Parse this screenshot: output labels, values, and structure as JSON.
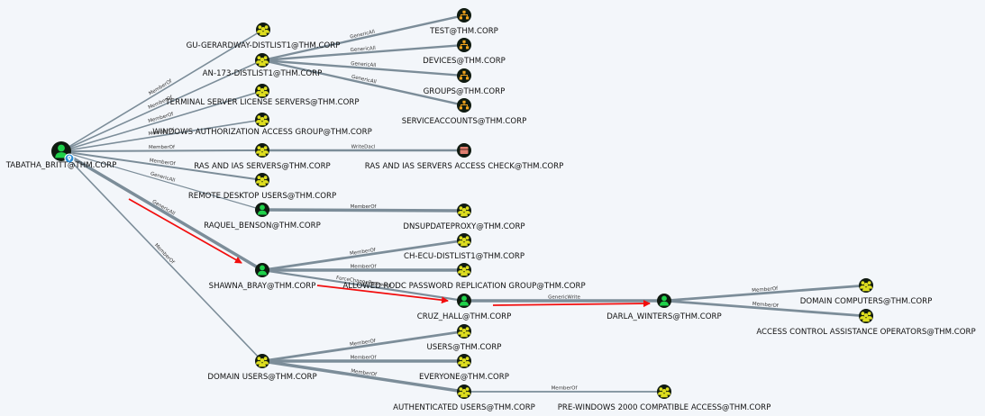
{
  "nodes": [
    {
      "id": "tabatha",
      "label": "TABATHA_BRITT@THM.CORP",
      "kind": "user-owned"
    },
    {
      "id": "gu",
      "label": "GU-GERARDWAY-DISTLIST1@THM.CORP",
      "kind": "group"
    },
    {
      "id": "an173",
      "label": "AN-173-DISTLIST1@THM.CORP",
      "kind": "group"
    },
    {
      "id": "tsls",
      "label": "TERMINAL SERVER LICENSE SERVERS@THM.CORP",
      "kind": "group"
    },
    {
      "id": "waag",
      "label": "WINDOWS AUTHORIZATION ACCESS GROUP@THM.CORP",
      "kind": "group"
    },
    {
      "id": "ras",
      "label": "RAS AND IAS SERVERS@THM.CORP",
      "kind": "group"
    },
    {
      "id": "rdu",
      "label": "REMOTE DESKTOP USERS@THM.CORP",
      "kind": "group"
    },
    {
      "id": "raquel",
      "label": "RAQUEL_BENSON@THM.CORP",
      "kind": "user"
    },
    {
      "id": "shawna",
      "label": "SHAWNA_BRAY@THM.CORP",
      "kind": "user"
    },
    {
      "id": "domusers",
      "label": "DOMAIN USERS@THM.CORP",
      "kind": "group"
    },
    {
      "id": "test",
      "label": "TEST@THM.CORP",
      "kind": "ou"
    },
    {
      "id": "devices",
      "label": "DEVICES@THM.CORP",
      "kind": "ou"
    },
    {
      "id": "groups",
      "label": "GROUPS@THM.CORP",
      "kind": "ou"
    },
    {
      "id": "svcaccts",
      "label": "SERVICEACCOUNTS@THM.CORP",
      "kind": "ou"
    },
    {
      "id": "rasac",
      "label": "RAS AND IAS SERVERS ACCESS CHECK@THM.CORP",
      "kind": "container"
    },
    {
      "id": "dnsup",
      "label": "DNSUPDATEPROXY@THM.CORP",
      "kind": "group"
    },
    {
      "id": "checu",
      "label": "CH-ECU-DISTLIST1@THM.CORP",
      "kind": "group"
    },
    {
      "id": "allowedrodc",
      "label": "ALLOWED RODC PASSWORD REPLICATION GROUP@THM.CORP",
      "kind": "group"
    },
    {
      "id": "cruz",
      "label": "CRUZ_HALL@THM.CORP",
      "kind": "user"
    },
    {
      "id": "darla",
      "label": "DARLA_WINTERS@THM.CORP",
      "kind": "user"
    },
    {
      "id": "domcomp",
      "label": "DOMAIN COMPUTERS@THM.CORP",
      "kind": "group"
    },
    {
      "id": "acao",
      "label": "ACCESS CONTROL ASSISTANCE OPERATORS@THM.CORP",
      "kind": "group"
    },
    {
      "id": "users",
      "label": "USERS@THM.CORP",
      "kind": "group"
    },
    {
      "id": "everyone",
      "label": "EVERYONE@THM.CORP",
      "kind": "group"
    },
    {
      "id": "authusers",
      "label": "AUTHENTICATED USERS@THM.CORP",
      "kind": "group"
    },
    {
      "id": "prew2k",
      "label": "PRE-WINDOWS 2000 COMPATIBLE ACCESS@THM.CORP",
      "kind": "group"
    }
  ],
  "edges": [
    {
      "from": "tabatha",
      "to": "gu",
      "label": "MemberOf"
    },
    {
      "from": "tabatha",
      "to": "an173",
      "label": "MemberOf"
    },
    {
      "from": "tabatha",
      "to": "tsls",
      "label": "MemberOf"
    },
    {
      "from": "tabatha",
      "to": "waag",
      "label": "MemberOf"
    },
    {
      "from": "tabatha",
      "to": "ras",
      "label": "MemberOf"
    },
    {
      "from": "tabatha",
      "to": "rdu",
      "label": "MemberOf"
    },
    {
      "from": "tabatha",
      "to": "raquel",
      "label": "GenericAll"
    },
    {
      "from": "tabatha",
      "to": "shawna",
      "label": "GenericAll"
    },
    {
      "from": "tabatha",
      "to": "domusers",
      "label": "MemberOf"
    },
    {
      "from": "an173",
      "to": "test",
      "label": "GenericAll"
    },
    {
      "from": "an173",
      "to": "devices",
      "label": "GenericAll"
    },
    {
      "from": "an173",
      "to": "groups",
      "label": "GenericAll"
    },
    {
      "from": "an173",
      "to": "svcaccts",
      "label": "GenericAll"
    },
    {
      "from": "ras",
      "to": "rasac",
      "label": "WriteDacl"
    },
    {
      "from": "raquel",
      "to": "dnsup",
      "label": "MemberOf"
    },
    {
      "from": "shawna",
      "to": "checu",
      "label": "MemberOf"
    },
    {
      "from": "shawna",
      "to": "allowedrodc",
      "label": "MemberOf"
    },
    {
      "from": "shawna",
      "to": "cruz",
      "label": "ForceChangePassword"
    },
    {
      "from": "cruz",
      "to": "darla",
      "label": "GenericWrite"
    },
    {
      "from": "darla",
      "to": "domcomp",
      "label": "MemberOf"
    },
    {
      "from": "darla",
      "to": "acao",
      "label": "MemberOf"
    },
    {
      "from": "domusers",
      "to": "users",
      "label": "MemberOf"
    },
    {
      "from": "domusers",
      "to": "everyone",
      "label": "MemberOf"
    },
    {
      "from": "domusers",
      "to": "authusers",
      "label": "MemberOf"
    },
    {
      "from": "authusers",
      "to": "prew2k",
      "label": "MemberOf"
    }
  ],
  "colors": {
    "background": "#f3f6fa",
    "edge": "#7c8d99",
    "attack_path": "#f20d0d",
    "user_node": "#1fd14a",
    "group_node": "#dede1f",
    "ou_node": "#f4a51d",
    "container_node": "#e07f70",
    "node_outline": "#0f1a10"
  }
}
